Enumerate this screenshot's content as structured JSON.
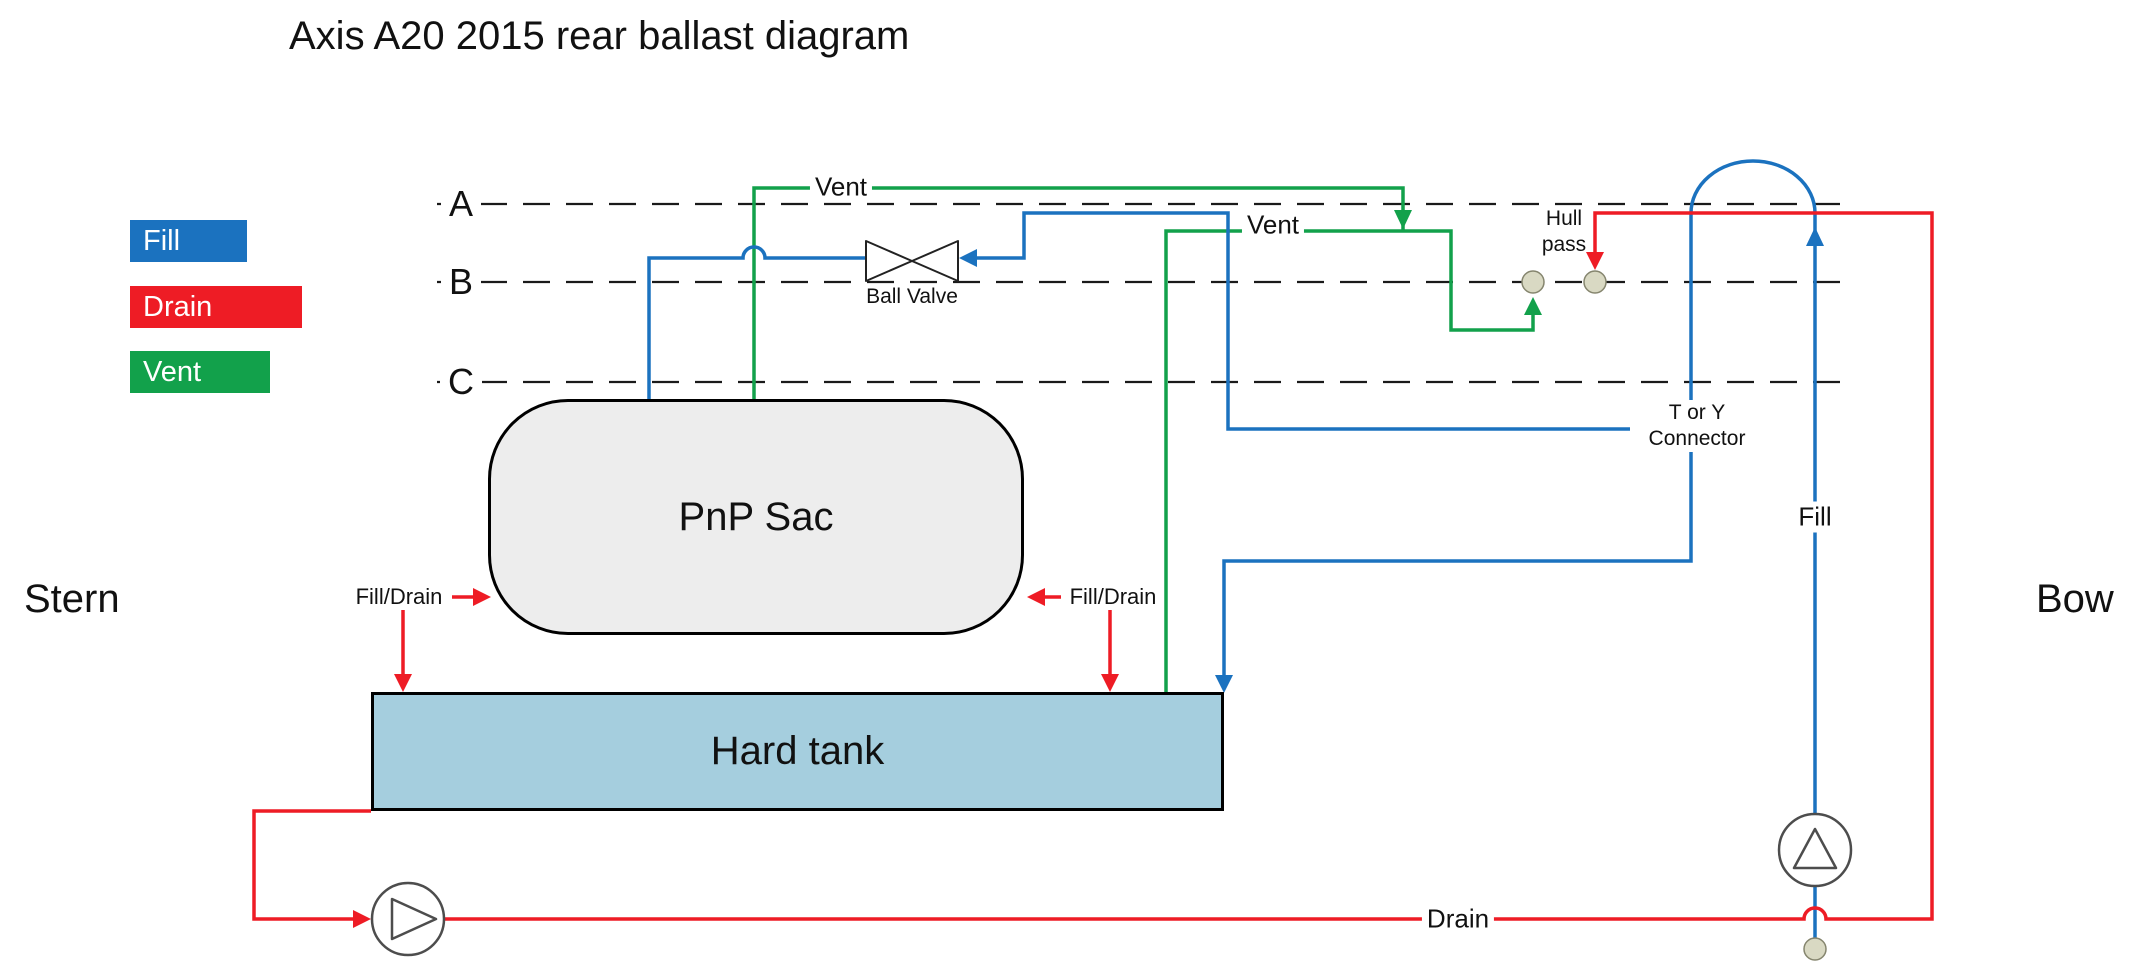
{
  "title": "Axis A20 2015 rear ballast diagram",
  "orientation": {
    "left": "Stern",
    "right": "Bow"
  },
  "legend": [
    {
      "label": "Fill",
      "color": "#1b72bf"
    },
    {
      "label": "Drain",
      "color": "#ee1c25"
    },
    {
      "label": "Vent",
      "color": "#12a14b"
    }
  ],
  "colors": {
    "fill_line": "#1b72bf",
    "drain_line": "#ee1c25",
    "vent_line": "#12a14b",
    "waterline": "#1a1a1a",
    "sac_fill": "#ededed",
    "tank_fill": "#a5cede",
    "thru_hull_fill": "#d9d9c3",
    "symbol_stroke": "#4d4d4d"
  },
  "waterlines": [
    {
      "label": "A"
    },
    {
      "label": "B"
    },
    {
      "label": "C"
    }
  ],
  "components": {
    "pnp_sac": "PnP Sac",
    "hard_tank": "Hard tank",
    "ball_valve": "Ball Valve",
    "hull_pass": "Hull pass",
    "t_or_y_connector": "T or Y Connector"
  },
  "pipe_labels": {
    "vent_sac": "Vent",
    "vent_tank": "Vent",
    "fill": "Fill",
    "drain": "Drain",
    "fill_drain_left": "Fill/Drain",
    "fill_drain_right": "Fill/Drain"
  }
}
